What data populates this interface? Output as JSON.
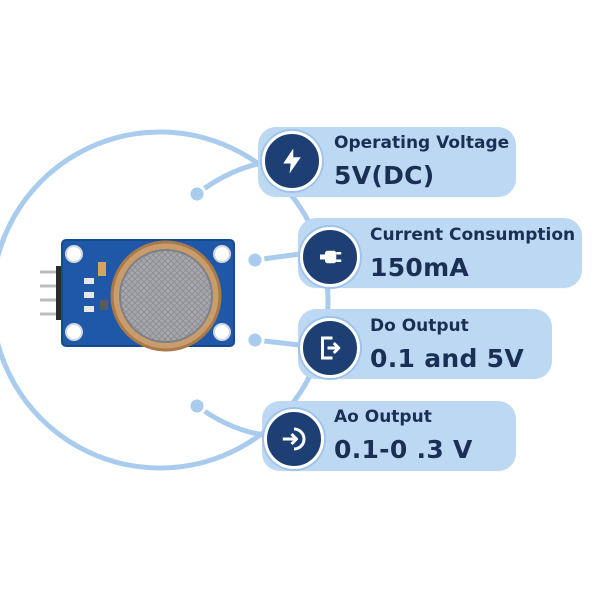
{
  "specs": [
    {
      "label": "Operating Voltage",
      "value": "5V(DC)",
      "icon": "lightning-bolt-icon"
    },
    {
      "label": "Current Consumption",
      "value": "150mA",
      "icon": "power-plug-icon"
    },
    {
      "label": "Do Output",
      "value": "0.1 and 5V",
      "icon": "output-arrow-icon"
    },
    {
      "label": "Ao Output",
      "value": "0.1-0 .3 V",
      "icon": "input-arrow-icon"
    }
  ],
  "colors": {
    "card_fill": "#bcd8f2",
    "badge_fill": "#1e3f73",
    "connector": "#a8cbee",
    "text": "#1b2f55",
    "pcb": "#1f58a8"
  }
}
